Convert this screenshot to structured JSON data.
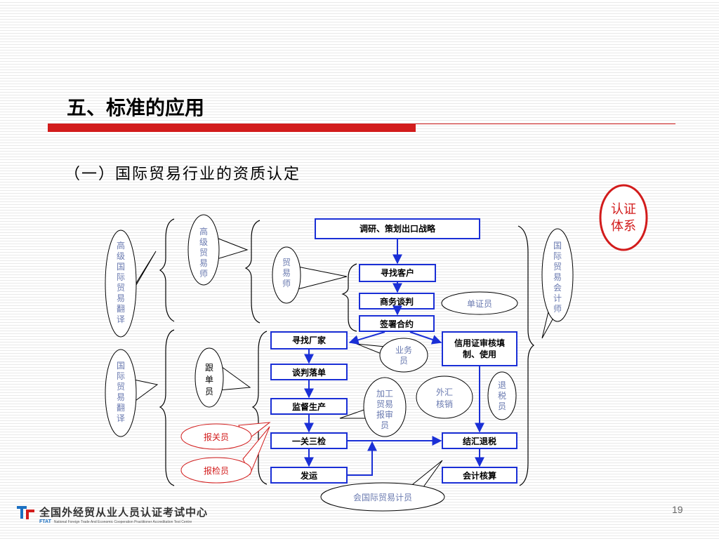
{
  "slide": {
    "title": "五、标准的应用",
    "subtitle": "（一）国际贸易行业的资质认定",
    "page_number": "19"
  },
  "stamp": {
    "line1": "认证",
    "line2": "体系",
    "color": "#d21c1c"
  },
  "colors": {
    "accent": "#d21c1c",
    "box_border": "#1a2fd6",
    "arrow": "#1a2fd6",
    "role_text": "#6a7ab0"
  },
  "boxes": {
    "strategy": "调研、策划出口战略",
    "find_client": "寻找客户",
    "negotiate": "商务谈判",
    "sign": "签署合约",
    "find_factory": "寻找厂家",
    "order": "谈判落单",
    "supervise": "监督生产",
    "inspect": "一关三检",
    "ship": "发运",
    "lc_line1": "信用证审核填",
    "lc_line2": "制、使用",
    "settle": "结汇退税",
    "accounting": "会计核算"
  },
  "roles": {
    "senior_translator": [
      "高",
      "级",
      "国",
      "际",
      "贸",
      "易",
      "翻",
      "译"
    ],
    "translator": [
      "国",
      "际",
      "贸",
      "易",
      "翻",
      "译"
    ],
    "senior_trader": [
      "高",
      "级",
      "贸",
      "易",
      "师"
    ],
    "trader": [
      "贸",
      "易",
      "师"
    ],
    "merchandiser": [
      "跟",
      "单",
      "员"
    ],
    "accountant": [
      "国",
      "际",
      "贸",
      "易",
      "会",
      "计",
      "师"
    ],
    "tax_refund": [
      "退",
      "税",
      "员"
    ],
    "processing_line1": "加工",
    "processing_line2": "贸易",
    "processing_line3": "报审",
    "processing_line4": "员",
    "salesman_line1": "业务",
    "salesman_line2": "员",
    "forex_line1": "外汇",
    "forex_line2": "核销",
    "documents": "单证员",
    "customs": "报关员",
    "inspector": "报检员",
    "trade_accountant": "会国际贸易计员"
  },
  "footer": {
    "org_cn": "全国外经贸从业人员认证考试中心",
    "org_en": "National Foreign Trade And Economic Cooperation Practitioner Accreditation Test Centre",
    "logo_abbr": "FTAT"
  },
  "icons": {
    "logo": "ftat-logo-icon"
  }
}
